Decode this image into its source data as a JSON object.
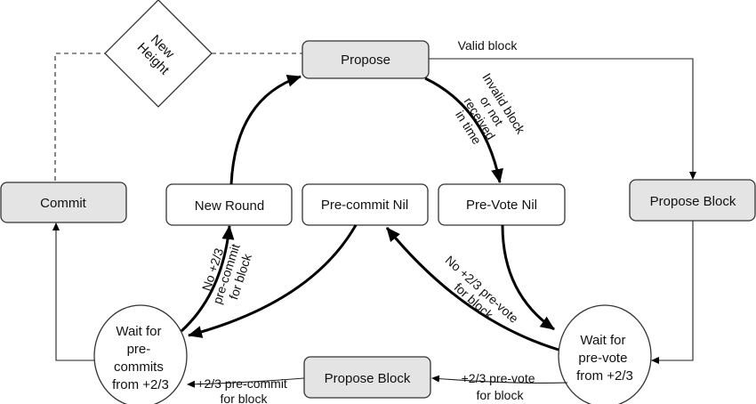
{
  "nodes": {
    "new_height": "New Height",
    "new_height_lines": [
      "New",
      "Height"
    ],
    "propose": "Propose",
    "commit": "Commit",
    "new_round": "New Round",
    "precommit_nil": "Pre-commit Nil",
    "prevote_nil": "Pre-Vote Nil",
    "propose_block_right": "Propose Block",
    "propose_block_bottom": "Propose Block",
    "wait_precommits_lines": [
      "Wait for",
      "pre-",
      "commits",
      "from +2/3"
    ],
    "wait_prevote_lines": [
      "Wait for",
      "pre-vote",
      "from +2/3"
    ]
  },
  "edges": {
    "valid_block": "Valid block",
    "invalid_block_lines": [
      "Invalid block",
      "or not",
      "received",
      "in time"
    ],
    "no_precommit_lines": [
      "No +2/3",
      "pre-commit",
      "for block"
    ],
    "no_prevote_lines": [
      "No +2/3 pre-vote",
      "for block"
    ],
    "prevote_for_block_lines": [
      "+2/3 pre-vote",
      "for block"
    ],
    "precommit_for_block_lines": [
      "+2/3 pre-commit",
      "for block"
    ]
  },
  "colors": {
    "state_fill": "#e4e4e4",
    "line": "#000000"
  }
}
